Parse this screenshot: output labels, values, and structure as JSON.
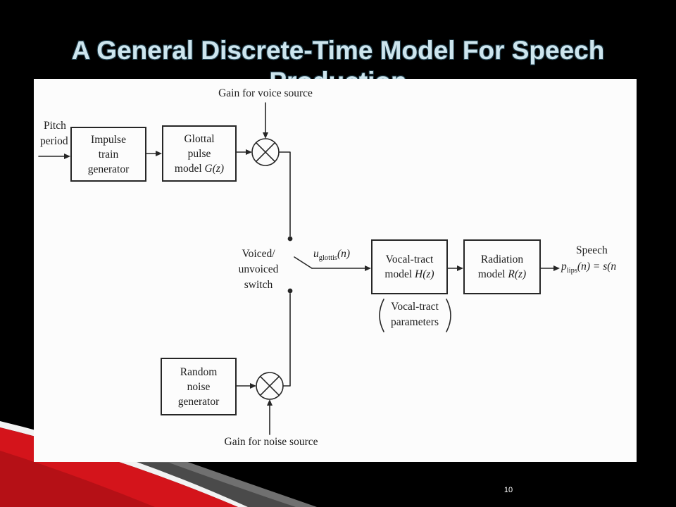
{
  "slide": {
    "title_line1": "A General Discrete-Time Model For Speech",
    "title_line2": "Production",
    "page_number": "10"
  },
  "colors": {
    "background": "#000000",
    "title": "#cde5ee",
    "diagram_background": "#fcfcfc",
    "diagram_ink": "#262626",
    "decoration_red": "#d4141b",
    "decoration_gray": "#707070"
  },
  "diagram": {
    "gain_voice_label": "Gain for voice source",
    "pitch_label": [
      "Pitch",
      "period"
    ],
    "impulse_block": [
      "Impulse",
      "train",
      "generator"
    ],
    "glottal_block": {
      "line1": "Glottal",
      "line2": "pulse",
      "model_word": "model",
      "function": "G(z)"
    },
    "switch_label": [
      "Voiced/",
      "unvoiced",
      "switch"
    ],
    "glottal_flow_label": {
      "symbol": "u",
      "subscript": "glottis",
      "argument": "(n)"
    },
    "vocal_tract_block": {
      "line1": "Vocal-tract",
      "model_word": "model",
      "function": "H(z)"
    },
    "vocal_tract_parameters": [
      "Vocal-tract",
      "parameters"
    ],
    "radiation_block": {
      "line1": "Radiation",
      "model_word": "model",
      "function": "R(z)"
    },
    "output_label": "Speech",
    "output_signal": {
      "symbol": "p",
      "subscript": "lips",
      "expression": "(n) = s(n"
    },
    "noise_block": [
      "Random",
      "noise",
      "generator"
    ],
    "gain_noise_label": "Gain for noise source"
  }
}
